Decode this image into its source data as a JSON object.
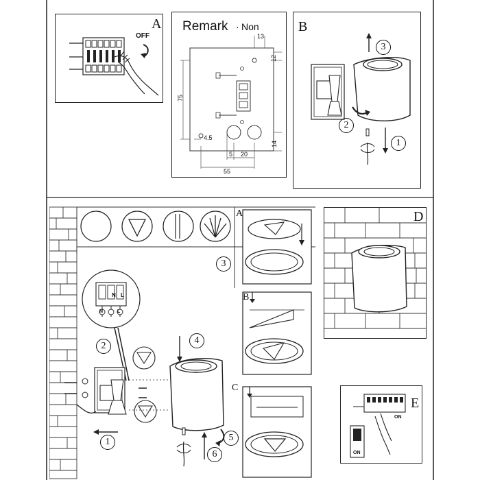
{
  "panel_labels": {
    "a": "A",
    "b": "B",
    "d": "D",
    "e": "E",
    "seq_a": "A",
    "seq_b": "B",
    "seq_c": "C"
  },
  "remark": {
    "title": "Remark",
    "value": "Non"
  },
  "off_label": "OFF",
  "on_labels": [
    "ON",
    "ON"
  ],
  "dimensions": {
    "top_offset": "13",
    "right_offset": "12",
    "height": "75",
    "hole": "4.5",
    "gap_small": "5",
    "gap_mid": "20",
    "bottom_offset": "14",
    "width": "55"
  },
  "terminal_labels": [
    "N",
    "L"
  ],
  "wire_labels": [
    "N",
    "L"
  ],
  "step_numbers": {
    "b_step1": "1",
    "b_step2": "2",
    "b_step3": "3",
    "main_step1": "1",
    "main_step2": "2",
    "main_step3": "3",
    "main_step4": "4",
    "main_step5": "5",
    "main_step6": "6"
  }
}
